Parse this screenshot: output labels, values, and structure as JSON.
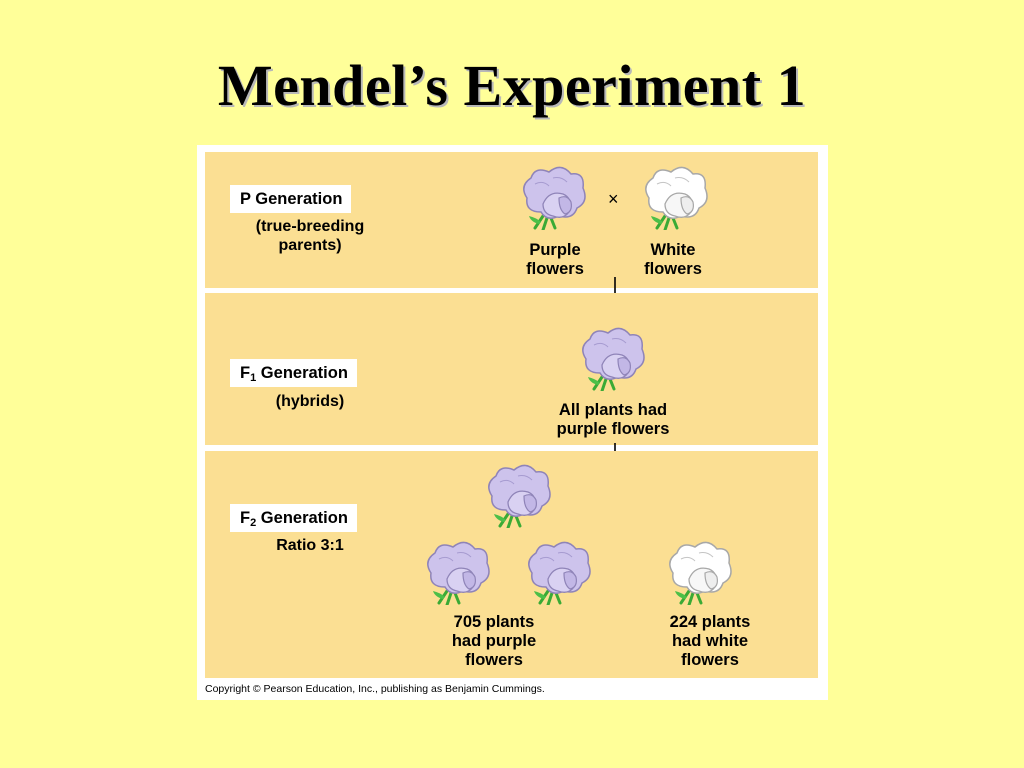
{
  "slide": {
    "title": "Mendel’s Experiment 1"
  },
  "figure": {
    "p_generation": {
      "label": "P Generation",
      "subtitle_line1": "(true-breeding",
      "subtitle_line2": "parents)",
      "cross_symbol": "×",
      "left_caption_line1": "Purple",
      "left_caption_line2": "flowers",
      "right_caption_line1": "White",
      "right_caption_line2": "flowers"
    },
    "f1_generation": {
      "label_prefix": "F",
      "label_sub": "1",
      "label_suffix": " Generation",
      "subtitle": "(hybrids)",
      "caption_line1": "All plants had",
      "caption_line2": "purple flowers"
    },
    "f2_generation": {
      "label_prefix": "F",
      "label_sub": "2",
      "label_suffix": " Generation",
      "subtitle": "Ratio 3:1",
      "purple_caption_line1": "705 plants",
      "purple_caption_line2": "had purple",
      "purple_caption_line3": "flowers",
      "white_caption_line1": "224 plants",
      "white_caption_line2": "had white",
      "white_caption_line3": "flowers"
    },
    "copyright": "Copyright © Pearson Education, Inc., publishing as Benjamin Cummings.",
    "colors": {
      "slide_background": "#ffff99",
      "band_background": "#fbdf93",
      "purple_petal": "#cdc3ec",
      "purple_outline": "#8f84b8",
      "white_petal": "#ffffff",
      "white_outline": "#a8a8a8",
      "leaf": "#3aaa35"
    },
    "icons": [
      "purple-flower-icon",
      "white-flower-icon",
      "down-arrow-icon",
      "cross-symbol"
    ]
  }
}
